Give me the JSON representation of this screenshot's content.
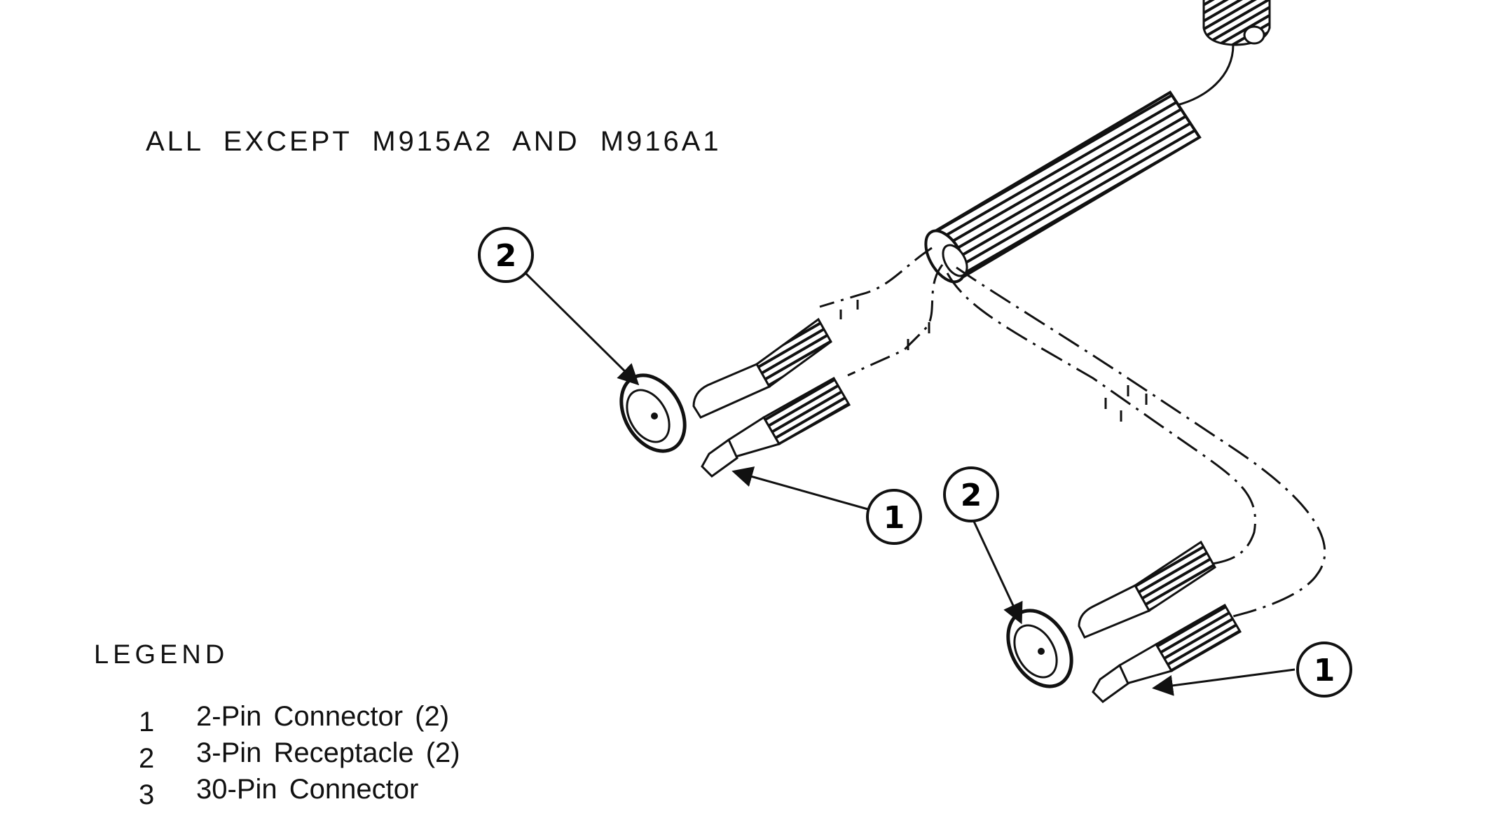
{
  "header": {
    "applicability": "ALL EXCEPT M915A2 AND M916A1"
  },
  "callouts": [
    {
      "number": "2"
    },
    {
      "number": "1"
    },
    {
      "number": "2"
    },
    {
      "number": "1"
    }
  ],
  "legend": {
    "title": "LEGEND",
    "items": [
      {
        "number": "1",
        "description": "2-Pin Connector (2)"
      },
      {
        "number": "2",
        "description": "3-Pin Receptacle (2)"
      },
      {
        "number": "3",
        "description": "30-Pin Connector"
      }
    ]
  }
}
